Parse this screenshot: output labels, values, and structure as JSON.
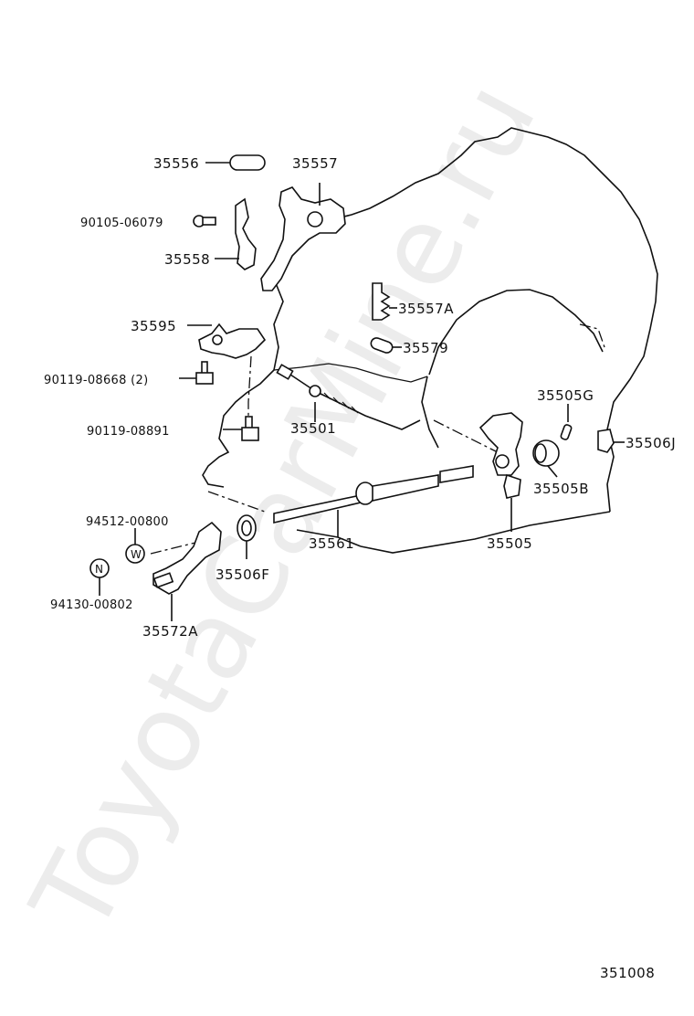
{
  "diagram_id": "351008",
  "watermark": "ToyotaCarMine.ru",
  "symbols": {
    "washer_symbol": "W",
    "nut_symbol": "N"
  },
  "parts": [
    {
      "key": "p35556",
      "number": "35556"
    },
    {
      "key": "p35557",
      "number": "35557"
    },
    {
      "key": "p9010506079",
      "number": "90105-06079"
    },
    {
      "key": "p35558",
      "number": "35558"
    },
    {
      "key": "p35595",
      "number": "35595"
    },
    {
      "key": "p9011908668",
      "number": "90119-08668 (2)"
    },
    {
      "key": "p9011908891",
      "number": "90119-08891"
    },
    {
      "key": "p35501",
      "number": "35501"
    },
    {
      "key": "p35557A",
      "number": "35557A"
    },
    {
      "key": "p35579",
      "number": "35579"
    },
    {
      "key": "p35505G",
      "number": "35505G"
    },
    {
      "key": "p35506J",
      "number": "35506J"
    },
    {
      "key": "p35505B",
      "number": "35505B"
    },
    {
      "key": "p35505",
      "number": "35505"
    },
    {
      "key": "p35561",
      "number": "35561"
    },
    {
      "key": "p35506F",
      "number": "35506F"
    },
    {
      "key": "p9451200800",
      "number": "94512-00800"
    },
    {
      "key": "p9413000802",
      "number": "94130-00802"
    },
    {
      "key": "p35572A",
      "number": "35572A"
    }
  ]
}
